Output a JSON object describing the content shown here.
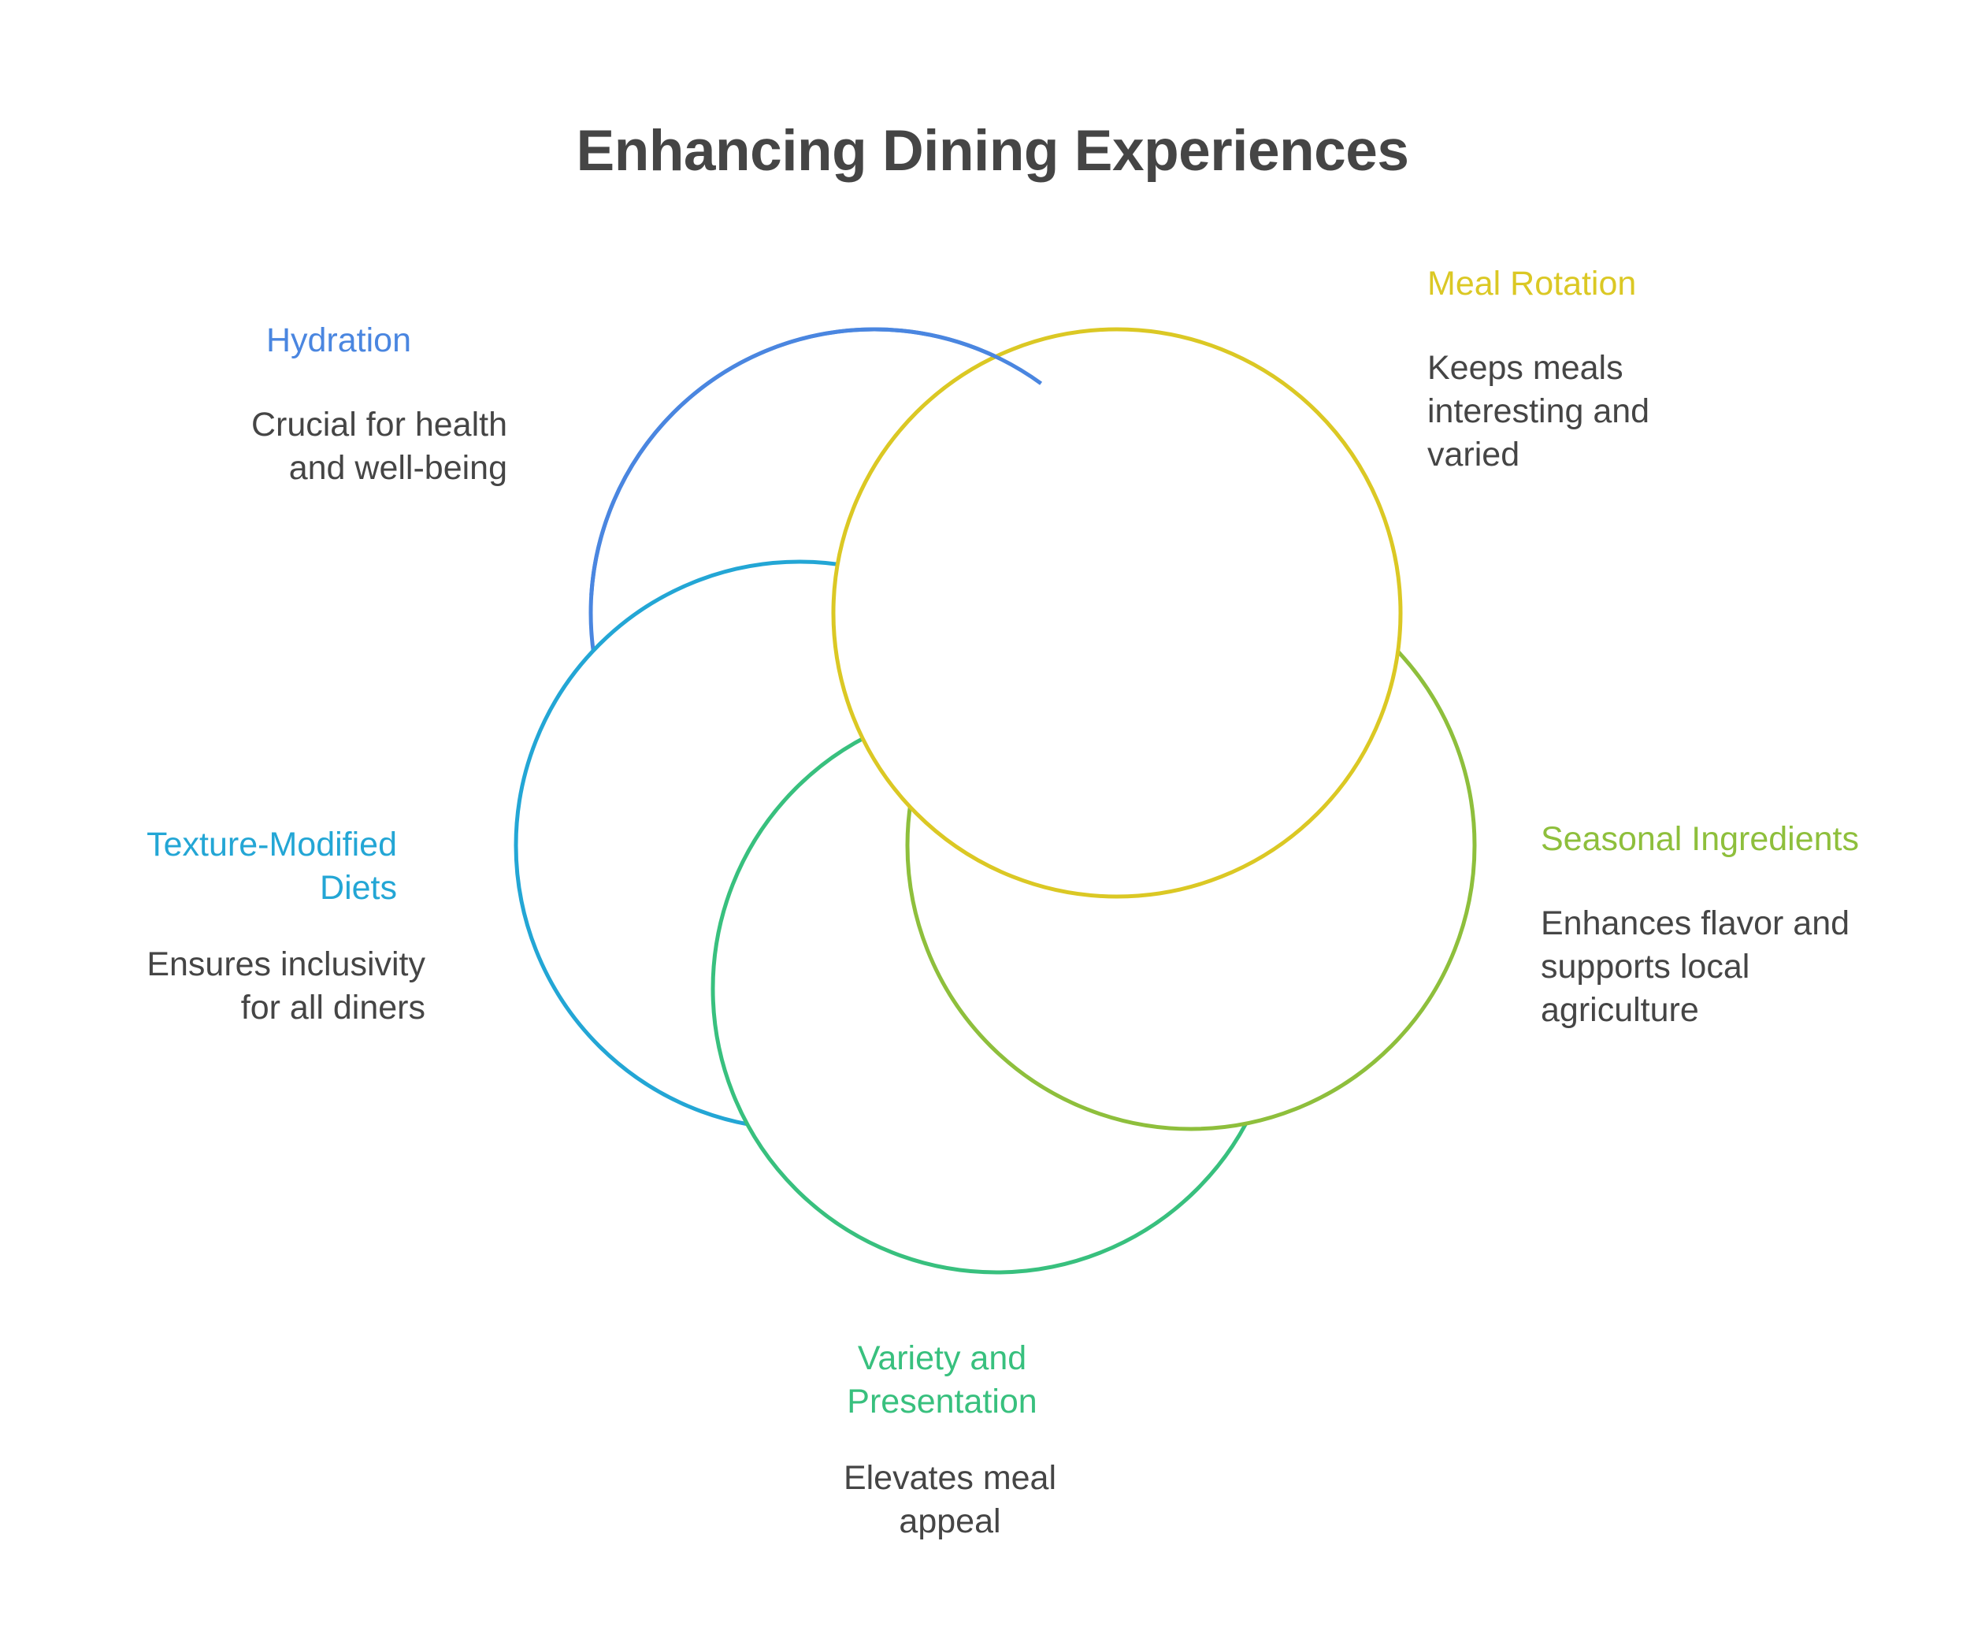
{
  "title": "Enhancing Dining Experiences",
  "items": [
    {
      "id": "hydration",
      "heading": "Hydration",
      "description_lines": [
        "Crucial for health",
        "and well-being"
      ],
      "color": "#4A86E0"
    },
    {
      "id": "meal-rotation",
      "heading": "Meal Rotation",
      "description_lines": [
        "Keeps meals",
        "interesting and",
        "varied"
      ],
      "color": "#DBC824"
    },
    {
      "id": "seasonal-ingredients",
      "heading": "Seasonal Ingredients",
      "description_lines": [
        "Enhances flavor and",
        "supports local",
        "agriculture"
      ],
      "color": "#8EBF3C"
    },
    {
      "id": "variety-presentation",
      "heading_lines": [
        "Variety and",
        "Presentation"
      ],
      "description_lines": [
        "Elevates meal",
        "appeal"
      ],
      "color": "#38C07E"
    },
    {
      "id": "texture-modified",
      "heading_lines": [
        "Texture-Modified",
        "Diets"
      ],
      "description_lines": [
        "Ensures inclusivity",
        "for all diners"
      ],
      "color": "#23A6D5"
    }
  ]
}
